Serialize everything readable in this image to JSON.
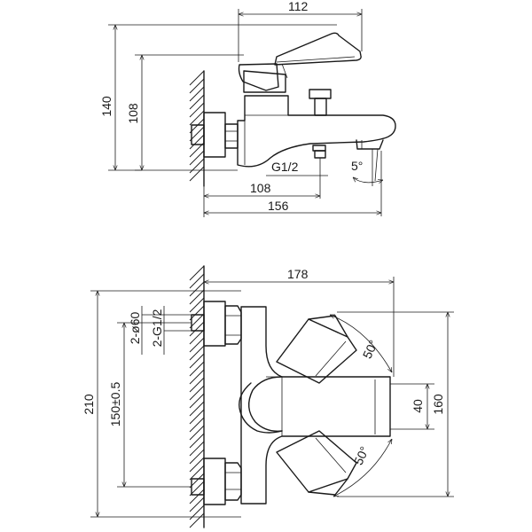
{
  "side_view": {
    "dimensions": {
      "overall_depth": "112",
      "overall_height": "140",
      "lever_height": "108",
      "outlet_to_wall": "108",
      "total_projection": "156",
      "connection_thread": "G1/2",
      "spout_angle": "5°"
    }
  },
  "top_view": {
    "dimensions": {
      "total_length": "178",
      "wall_connections_diameter": "2-ø60",
      "wall_connections_thread": "2-G1/2",
      "overall_height": "210",
      "connection_spacing": "150±0.5",
      "spout_width": "40",
      "lever_span": "160",
      "upper_rotation_angle": "50°",
      "lower_rotation_angle": "50°"
    }
  },
  "colors": {
    "line": "#1a1a1a",
    "background": "#ffffff"
  }
}
